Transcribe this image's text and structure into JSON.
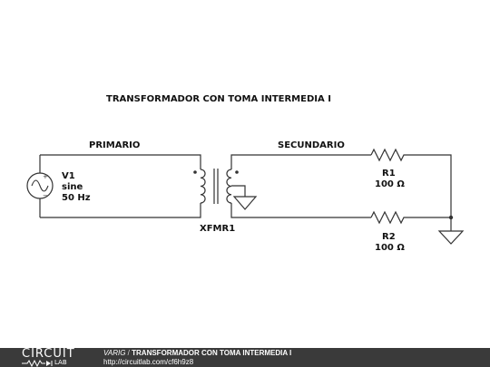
{
  "diagram": {
    "title": "TRANSFORMADOR CON TOMA INTERMEDIA I",
    "primary_label": "PRIMARIO",
    "secondary_label": "SECUNDARIO",
    "source": {
      "name": "V1",
      "type": "sine",
      "freq": "50 Hz"
    },
    "transformer": {
      "name": "XFMR1"
    },
    "r1": {
      "name": "R1",
      "value": "100 Ω"
    },
    "r2": {
      "name": "R2",
      "value": "100 Ω"
    }
  },
  "footer": {
    "logo_top": "CIRCUIT",
    "logo_bottom": "LAB",
    "author": "VARIG",
    "separator": " / ",
    "title": "TRANSFORMADOR CON TOMA INTERMEDIA I",
    "url": "http://circuitlab.com/cf6h9z8"
  }
}
